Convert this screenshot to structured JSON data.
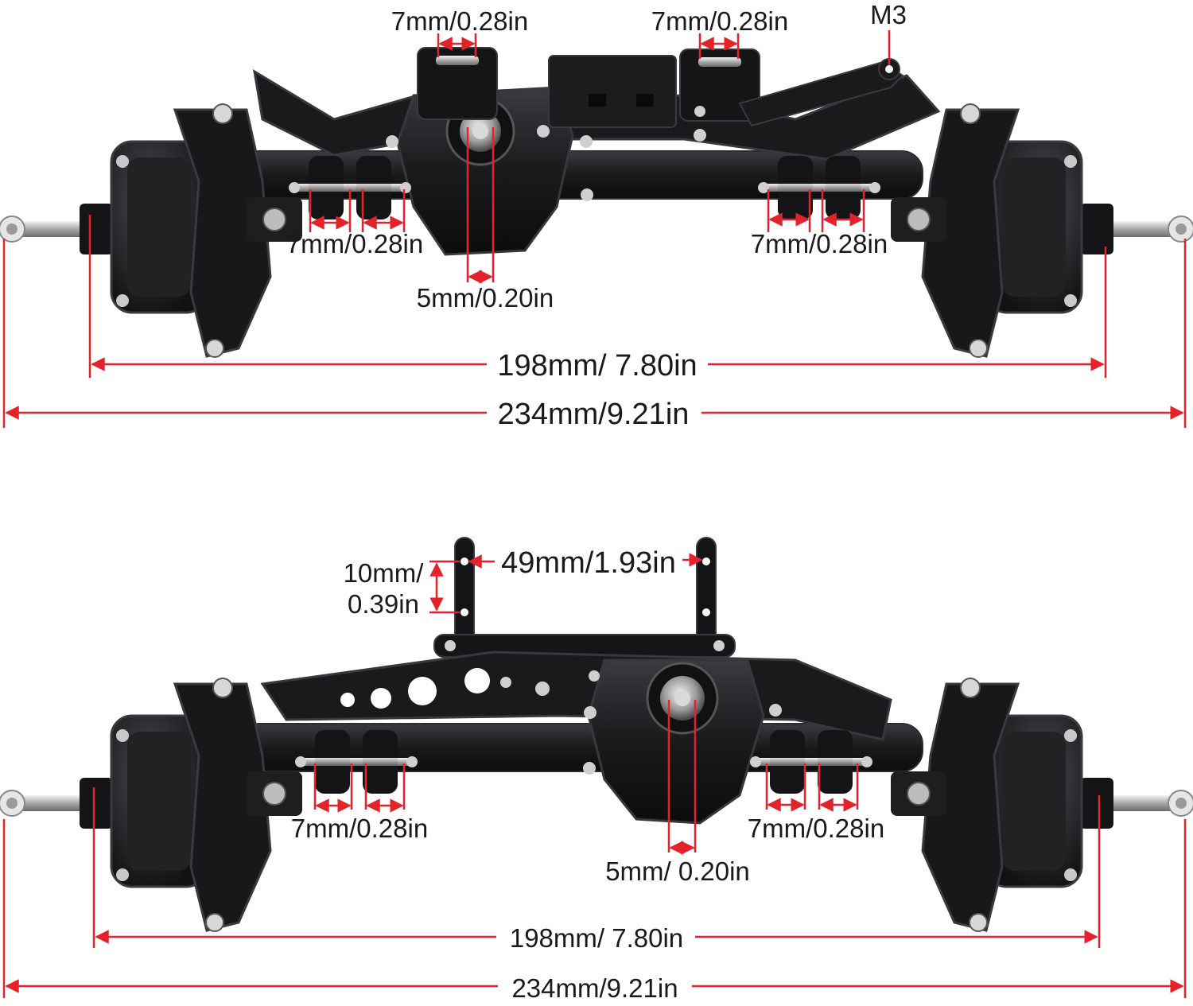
{
  "colors": {
    "dimension": "#e3222a",
    "metal": "#1b1b1d",
    "metal_edge": "#3a3a3e",
    "bolt": "#c9c9c9",
    "background": "#ffffff"
  },
  "top_axle": {
    "dims": {
      "top_left_pin": "7mm/0.28in",
      "top_right_pin": "7mm/0.28in",
      "mount_hole": "M3",
      "bottom_left_pins": "7mm/0.28in",
      "bottom_right_pins": "7mm/0.28in",
      "pinion": "5mm/0.20in",
      "hex_width": "198mm/ 7.80in",
      "total_width": "234mm/9.21in"
    }
  },
  "bottom_axle": {
    "dims": {
      "servo_mount_hole": "10mm/",
      "servo_mount_hole_in": "0.39in",
      "servo_mount_span": "49mm/1.93in",
      "bottom_left_pins": "7mm/0.28in",
      "bottom_right_pins": "7mm/0.28in",
      "pinion": "5mm/ 0.20in",
      "hex_width": "198mm/ 7.80in",
      "total_width": "234mm/9.21in"
    }
  }
}
